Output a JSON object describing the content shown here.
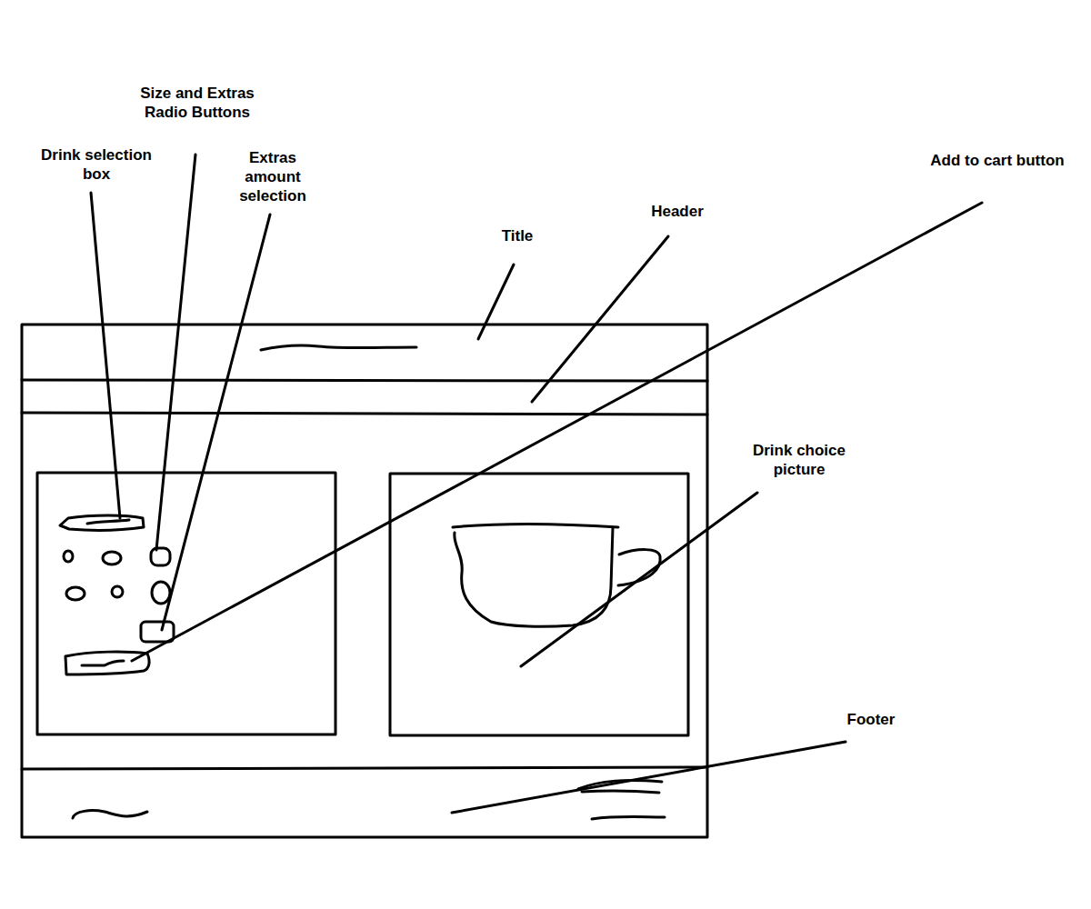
{
  "diagram": {
    "labels": [
      "Size and Extras Radio Buttons",
      "Drink selection box",
      "Extras amount selection",
      "Add to cart button",
      "Header",
      "Title",
      "Drink choice picture",
      "Footer"
    ]
  }
}
